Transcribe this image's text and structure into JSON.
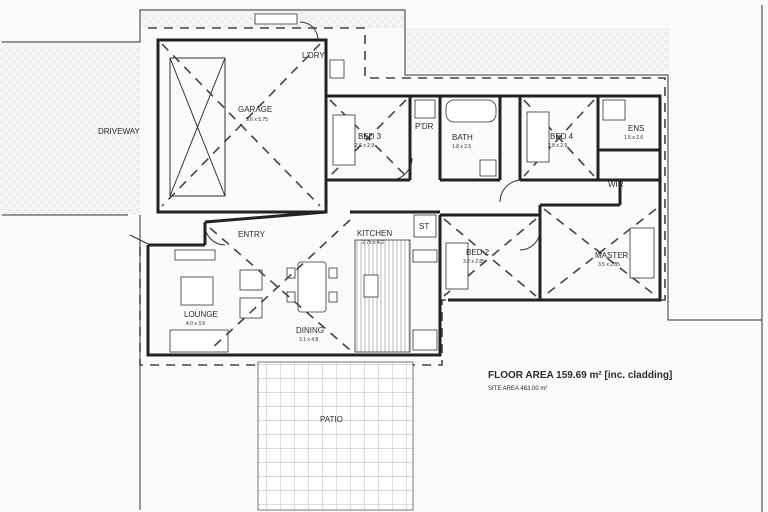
{
  "rooms": {
    "driveway": {
      "name": "DRIVEWAY"
    },
    "garage": {
      "name": "GARAGE",
      "dim": "5.6 x 5.75"
    },
    "laundry": {
      "name": "L'DRY"
    },
    "bed3": {
      "name": "BED 3",
      "dim": "2.6 x 2.9"
    },
    "powder": {
      "name": "P'DR"
    },
    "bath": {
      "name": "BATH",
      "dim": "1.8 x 2.5"
    },
    "bed4": {
      "name": "BED 4",
      "dim": "2.8 x 2.9"
    },
    "ensuite": {
      "name": "ENS",
      "dim": "1.5 x 2.6"
    },
    "wir": {
      "name": "WIR"
    },
    "entry": {
      "name": "ENTRY"
    },
    "kitchen": {
      "name": "KITCHEN",
      "dim": "2.75 x 4.2"
    },
    "store": {
      "name": "ST"
    },
    "bed2": {
      "name": "BED 2",
      "dim": "3.2 x 2.85"
    },
    "master": {
      "name": "MASTER",
      "dim": "3.5 x 2.85"
    },
    "lounge": {
      "name": "LOUNGE",
      "dim": "4.0 x 3.6"
    },
    "dining": {
      "name": "DINING",
      "dim": "3.1 x 4.8"
    },
    "patio": {
      "name": "PATIO"
    }
  },
  "floor_area": "FLOOR AREA 159.69 m² [inc. cladding]",
  "site_area": "SITE AREA 463.00 m²",
  "colors": {
    "wall": "#222222",
    "hatch": "#9a9a9a",
    "paper": "#fbfbfa"
  }
}
